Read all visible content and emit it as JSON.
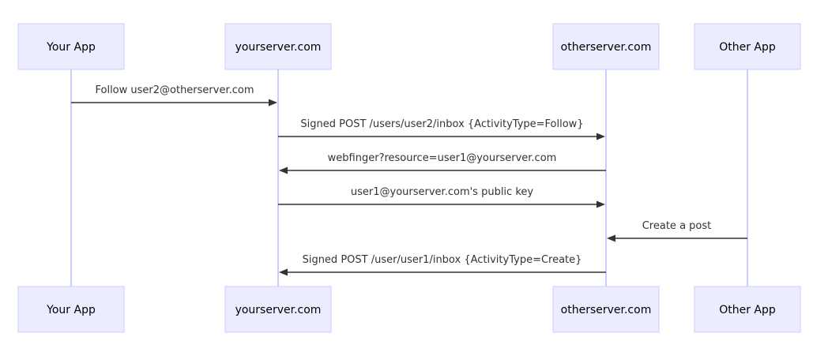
{
  "diagram": {
    "type": "sequence",
    "participants": [
      {
        "id": "app",
        "label": "Your App"
      },
      {
        "id": "yourserver",
        "label": "yourserver.com"
      },
      {
        "id": "otherserver",
        "label": "otherserver.com"
      },
      {
        "id": "otherapp",
        "label": "Other App"
      }
    ],
    "messages": [
      {
        "from": "app",
        "to": "yourserver",
        "text": "Follow user2@otherserver.com"
      },
      {
        "from": "yourserver",
        "to": "otherserver",
        "text": "Signed POST /users/user2/inbox {ActivityType=Follow}"
      },
      {
        "from": "otherserver",
        "to": "yourserver",
        "text": "webfinger?resource=user1@yourserver.com"
      },
      {
        "from": "yourserver",
        "to": "otherserver",
        "text": "user1@yourserver.com's public key"
      },
      {
        "from": "otherapp",
        "to": "otherserver",
        "text": "Create a post"
      },
      {
        "from": "otherserver",
        "to": "yourserver",
        "text": "Signed POST /user/user1/inbox {ActivityType=Create}"
      }
    ]
  },
  "colors": {
    "actor_fill": "#ECECFF",
    "actor_stroke": "#CCCCFF",
    "lifeline": "#CCCCFF",
    "message": "#333333"
  }
}
